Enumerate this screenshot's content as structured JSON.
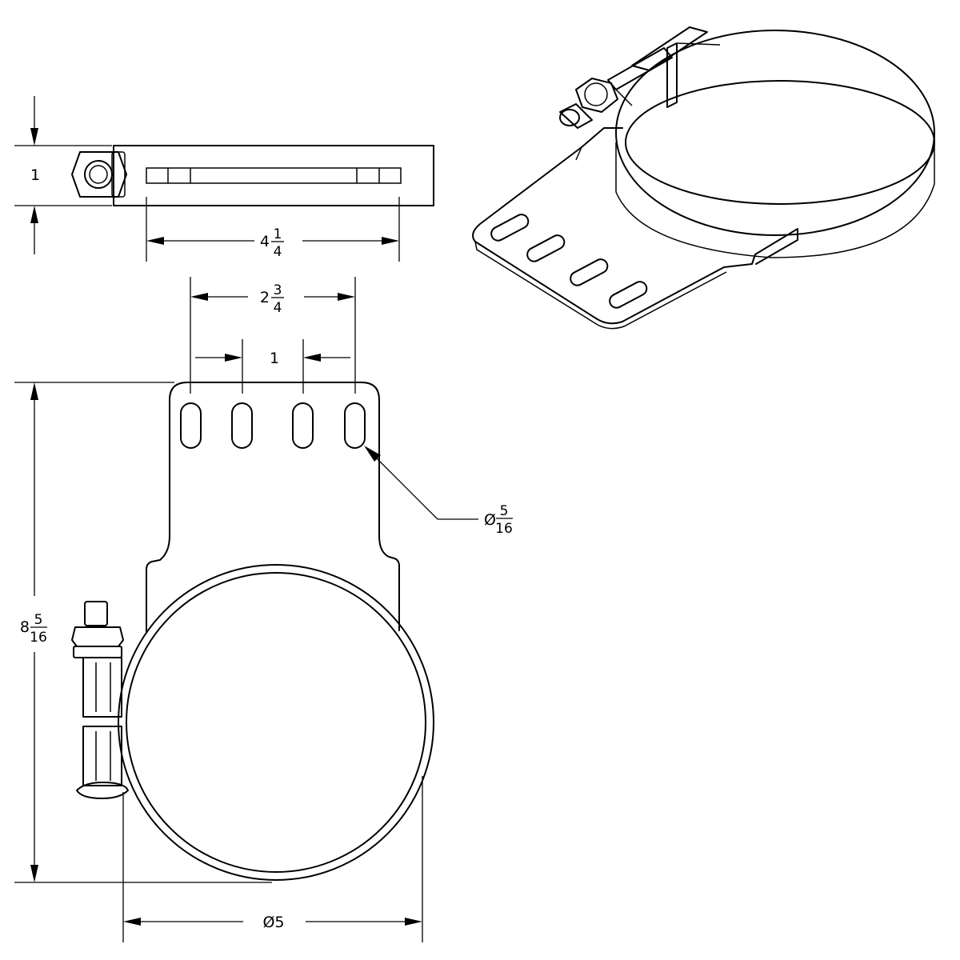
{
  "dimensions": {
    "top_height": "1",
    "overall_width": {
      "whole": "4",
      "num": "1",
      "den": "4"
    },
    "slot_span": {
      "whole": "2",
      "num": "3",
      "den": "4"
    },
    "slot_pitch": "1",
    "slot_diameter": {
      "prefix": "Ø",
      "num": "5",
      "den": "16"
    },
    "overall_height": {
      "whole": "8",
      "num": "5",
      "den": "16"
    },
    "clamp_diameter": "Ø5"
  }
}
